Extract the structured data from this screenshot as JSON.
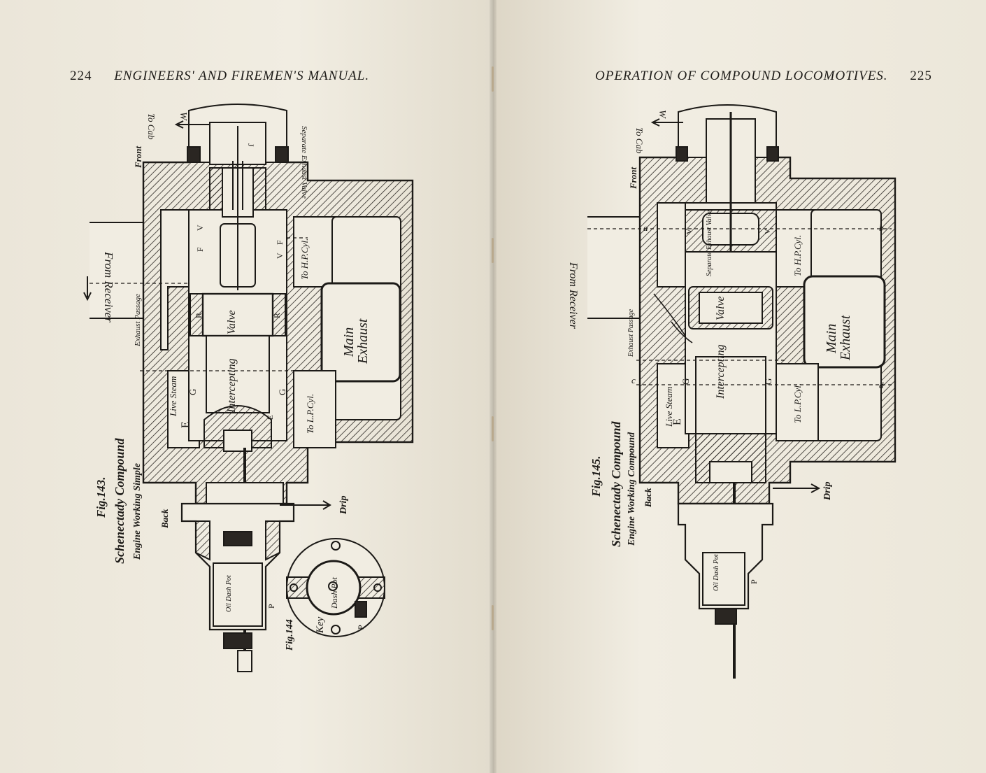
{
  "left_page": {
    "page_number": "224",
    "running_head": "ENGINEERS' AND FIREMEN'S MANUAL.",
    "figure": {
      "caption_fig": "Fig.143.",
      "caption_title": "Schenectady Compound",
      "caption_sub": "Engine Working Simple",
      "labels": {
        "to_cab": "To Cab",
        "w": "W",
        "front": "Front",
        "separate_exhaust_valve": "Separate Exhaust Valve",
        "from_receiver": "From Receiver",
        "exhaust_passage": "Exhaust Passage",
        "to_hp_cyl": "To H.P.Cyl.",
        "to_lp_cyl": "To L.P.Cyl.",
        "main_exhaust_1": "Main",
        "main_exhaust_2": "Exhaust",
        "intercepting_valve_1": "Intercepting",
        "intercepting_valve_2": "Valve",
        "live_steam": "Live Steam",
        "back": "Back",
        "drip": "Drip",
        "v": "V",
        "f": "F",
        "r": "R",
        "g": "G",
        "e": "E",
        "j": "J",
        "oil_dash_pot": "Oil Dash Pot",
        "p": "P"
      }
    },
    "inset": {
      "caption_fig": "Fig.144",
      "key": "Key",
      "dash_pot": "Dash Pot",
      "p": "P"
    }
  },
  "right_page": {
    "page_number": "225",
    "running_head": "OPERATION OF COMPOUND LOCOMOTIVES.",
    "figure": {
      "caption_fig": "Fig.145.",
      "caption_title": "Schenectady Compound",
      "caption_sub": "Engine Working Compound",
      "labels": {
        "to_cab": "To Cab",
        "w": "W",
        "front": "Front",
        "from_receiver": "From Receiver",
        "separate_exhaust_valve": "Separate Exhaust Valve",
        "exhaust_passage": "Exhaust Passage",
        "to_hp_cyl": "To H.P.Cyl.",
        "to_lp_cyl": "To L.P.Cyl.",
        "main_exhaust_1": "Main",
        "main_exhaust_2": "Exhaust",
        "intercepting_valve_1": "Intercepting",
        "intercepting_valve_2": "Valve",
        "live_steam": "Live Steam",
        "back": "Back",
        "drip": "Drip",
        "v": "V",
        "g": "G",
        "e": "E",
        "a": "a",
        "b": "b",
        "c": "c",
        "d": "d",
        "oil_dash_pot": "Oil Dash Pot",
        "p": "P"
      }
    }
  }
}
